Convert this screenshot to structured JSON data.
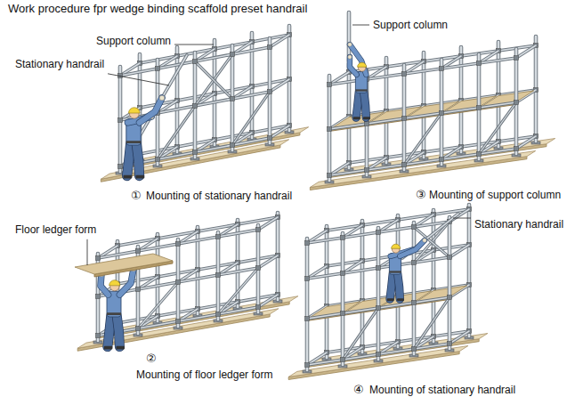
{
  "diagram": {
    "title": "Work procedure fpr wedge binding scaffold preset handrail",
    "labels": [
      "Support column",
      "Stationary handrail",
      "①",
      "Mounting of stationary handrail",
      "Support column",
      "③",
      "Mounting of support column",
      "Floor ledger form",
      "Stationary handrail",
      "②",
      "Mounting of floor ledger form",
      "④",
      "Mounting of stationary handrail"
    ]
  }
}
